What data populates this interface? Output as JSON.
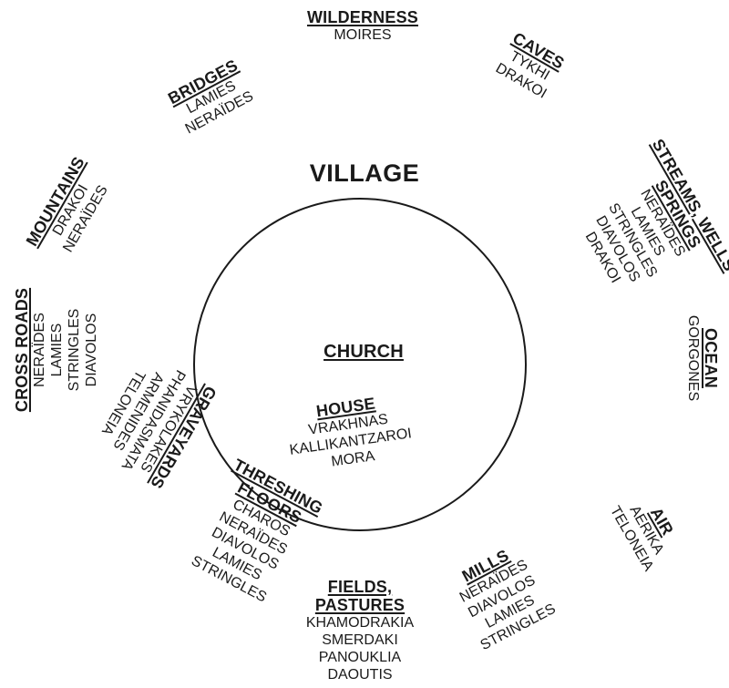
{
  "title": "VILLAGE",
  "church": {
    "heading": "CHURCH"
  },
  "house": {
    "heading": "HOUSE",
    "items": [
      "VRAKHNAS",
      "KALLIKANTZAROI",
      "MORA"
    ]
  },
  "places": [
    {
      "id": "wilderness",
      "heading": "WILDERNESS",
      "items": [
        "MOIRES"
      ]
    },
    {
      "id": "caves",
      "heading": "CAVES",
      "items": [
        "TYKHI",
        "DRAKOI"
      ]
    },
    {
      "id": "streams",
      "heading": "STREAMS, WELLS",
      "subheading": "SPRINGS",
      "items": [
        "NERAÏDES",
        "LAMIES",
        "STRINGLES",
        "DIAVOLOS",
        "DRAKOI"
      ]
    },
    {
      "id": "ocean",
      "heading": "OCEAN",
      "items": [
        "GORGONES"
      ]
    },
    {
      "id": "air",
      "heading": "AIR",
      "items": [
        "AERIKA",
        "TELONEIA"
      ]
    },
    {
      "id": "mills",
      "heading": "MILLS",
      "items": [
        "NERAÏDES",
        "DIAVOLOS",
        "LAMIES",
        "STRINGLES"
      ]
    },
    {
      "id": "fields",
      "heading": "FIELDS,",
      "subheading": "PASTURES",
      "items": [
        "KHAMODRAKIA",
        "SMERDAKI",
        "PANOUKLIA",
        "DAOUTIS"
      ]
    },
    {
      "id": "threshing",
      "heading": "THRESHING",
      "subheading": "FLOORS",
      "items": [
        "CHAROS",
        "NERAÏDES",
        "DIAVOLOS",
        "LAMIES",
        "STRINGLES"
      ]
    },
    {
      "id": "graveyards",
      "heading": "GRAVEYARDS",
      "items": [
        "VRYKOLAKES",
        "PHANIDASMATA",
        "ARMENIDES",
        "TELONEIA"
      ]
    },
    {
      "id": "crossroads",
      "heading": "CROSS ROADS",
      "items": [
        "NERAÏDES",
        "LAMIES",
        "STRINGLES",
        "DIAVOLOS"
      ]
    },
    {
      "id": "mountains",
      "heading": "MOUNTAINS",
      "items": [
        "DRAKOI",
        "NERAÏDES"
      ]
    },
    {
      "id": "bridges",
      "heading": "BRIDGES",
      "items": [
        "LAMIES",
        "NERAÏDES"
      ]
    }
  ]
}
